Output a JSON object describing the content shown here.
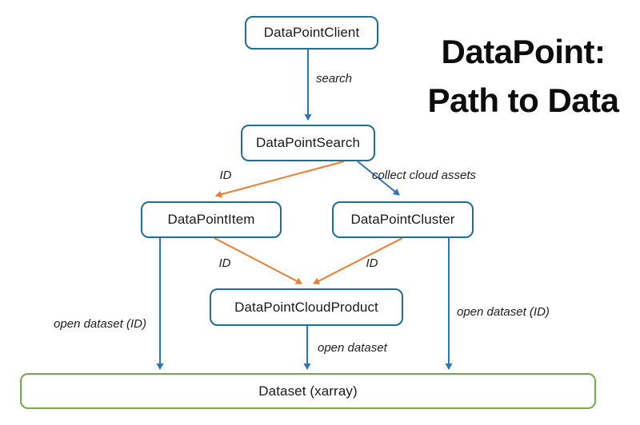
{
  "title": {
    "line1": "DataPoint:",
    "line2": "Path to Data"
  },
  "nodes": {
    "client": {
      "label": "DataPointClient"
    },
    "search": {
      "label": "DataPointSearch"
    },
    "item": {
      "label": "DataPointItem"
    },
    "cluster": {
      "label": "DataPointCluster"
    },
    "cloud_product": {
      "label": "DataPointCloudProduct"
    },
    "dataset": {
      "label": "Dataset (xarray)"
    }
  },
  "edges": {
    "client_search": {
      "label": "search",
      "color": "#2e75b6"
    },
    "search_item": {
      "label": "ID",
      "color": "#ed7d31"
    },
    "search_cluster": {
      "label": "collect cloud assets",
      "color": "#2e75b6"
    },
    "item_cloud_product": {
      "label": "ID",
      "color": "#ed7d31"
    },
    "cluster_cloud_product": {
      "label": "ID",
      "color": "#ed7d31"
    },
    "item_dataset": {
      "label": "open dataset (ID)",
      "color": "#2e75b6"
    },
    "cluster_dataset": {
      "label": "open dataset (ID)",
      "color": "#2e75b6"
    },
    "cloud_product_dataset": {
      "label": "open dataset",
      "color": "#2e75b6"
    }
  },
  "colors": {
    "node_border": "#1e6e96",
    "dataset_border": "#70ad47",
    "arrow_blue": "#2e75b6",
    "arrow_orange": "#ed7d31",
    "text": "#1a1a1a"
  }
}
